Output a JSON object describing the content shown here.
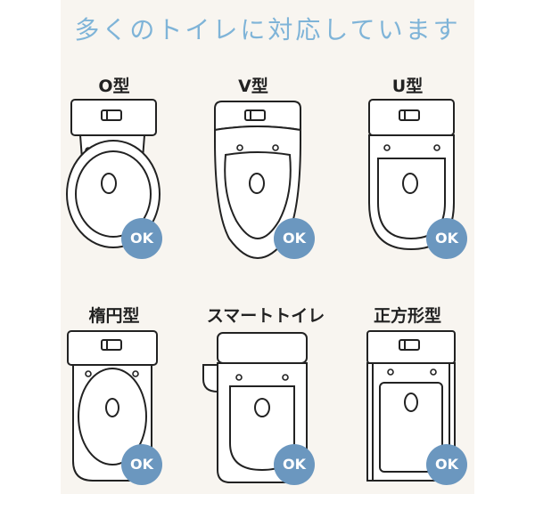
{
  "title": "多くのトイレに対応しています",
  "types": [
    {
      "label": "O型",
      "badge": "OK"
    },
    {
      "label": "V型",
      "badge": "OK"
    },
    {
      "label": "U型",
      "badge": "OK"
    },
    {
      "label": "楕円型",
      "badge": "OK"
    },
    {
      "label": "スマートトイレ",
      "badge": "OK"
    },
    {
      "label": "正方形型",
      "badge": "OK"
    }
  ]
}
